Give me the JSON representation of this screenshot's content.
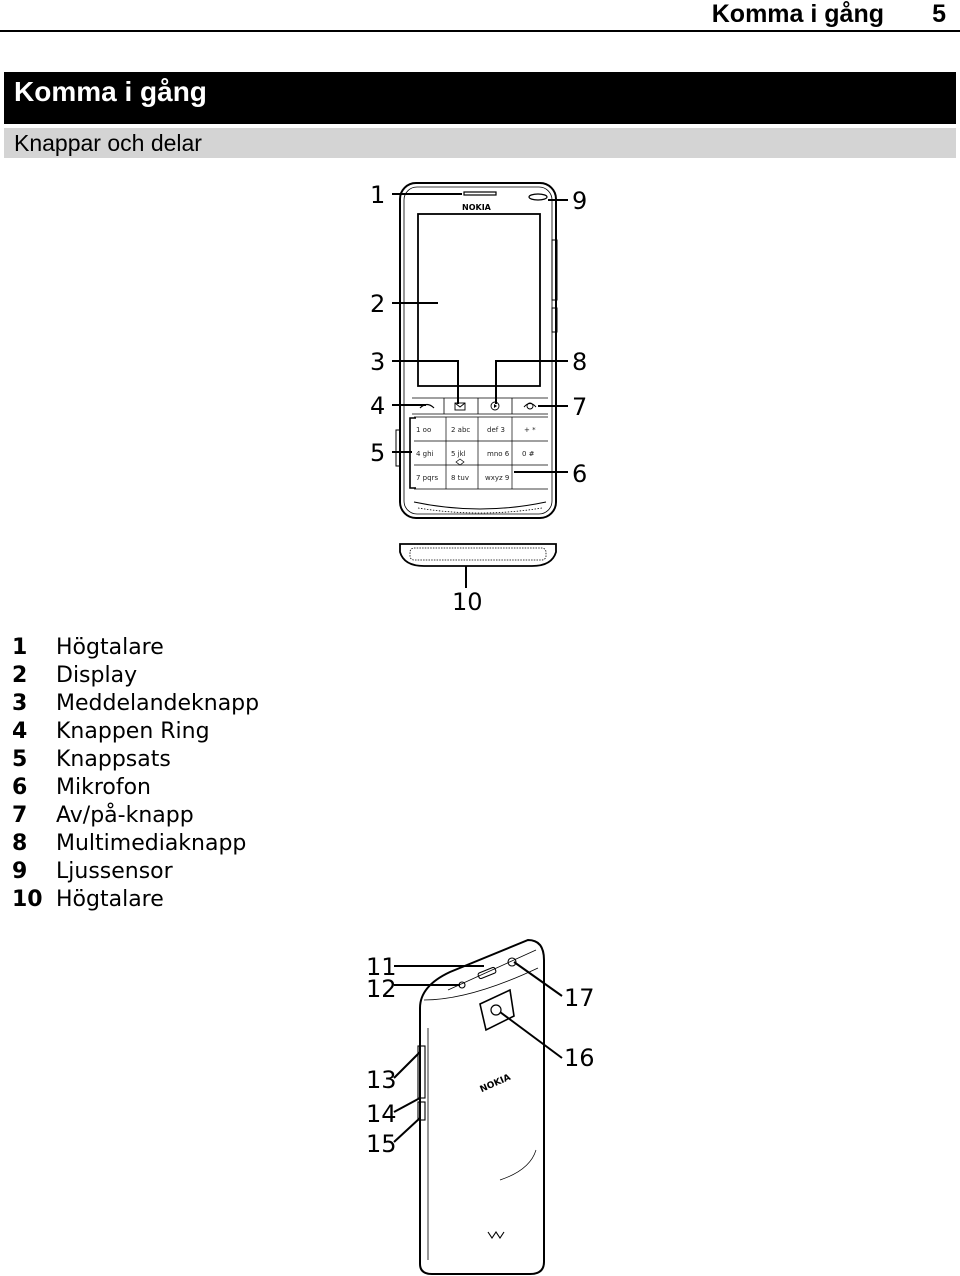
{
  "header": {
    "title": "Komma i gång",
    "page_number": "5"
  },
  "chapter": {
    "title": "Komma i gång"
  },
  "section": {
    "title": "Knappar och delar"
  },
  "figure": {
    "brand": "NOKIA",
    "keypad": [
      {
        "left": "1 oo",
        "mid": "2 abc",
        "right": "def 3",
        "far": "+ *"
      },
      {
        "left": "4 ghi",
        "mid": "5 jkl",
        "right": "mno 6",
        "far": "0 #"
      },
      {
        "left": "7 pqrs",
        "mid": "8 tuv",
        "right": "wxyz 9",
        "far": ""
      }
    ],
    "callouts": [
      "1",
      "2",
      "3",
      "4",
      "5",
      "6",
      "7",
      "8",
      "9",
      "10",
      "11",
      "12",
      "13",
      "14",
      "15",
      "16",
      "17"
    ]
  },
  "legend": [
    {
      "num": "1",
      "label": "Högtalare"
    },
    {
      "num": "2",
      "label": "Display"
    },
    {
      "num": "3",
      "label": "Meddelandeknapp"
    },
    {
      "num": "4",
      "label": "Knappen Ring"
    },
    {
      "num": "5",
      "label": "Knappsats"
    },
    {
      "num": "6",
      "label": "Mikrofon"
    },
    {
      "num": "7",
      "label": "Av/på-knapp"
    },
    {
      "num": "8",
      "label": "Multimediaknapp"
    },
    {
      "num": "9",
      "label": "Ljussensor"
    },
    {
      "num": "10",
      "label": "Högtalare"
    }
  ]
}
